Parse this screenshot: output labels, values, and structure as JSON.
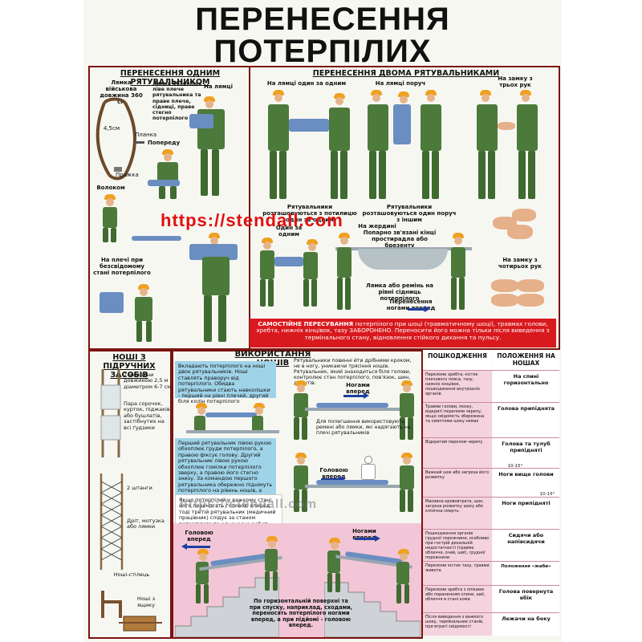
{
  "title": {
    "line1": "ПЕРЕНЕСЕННЯ",
    "line2": "ПОТЕРПІЛИХ"
  },
  "watermark": {
    "main": "https://stendall.com",
    "faint": "https://stendall.com"
  },
  "one_rescuer": {
    "header": "ПЕРЕНЕСЕННЯ ОДНИМ РЯТУВАЛЬНИКОМ",
    "strap": "Лямка військова довжина 360 см",
    "dim_45": "4,5см",
    "plank": "Планка",
    "buckle": "Пряжка",
    "strap_desc": "Лямка обхоплює ліве плече рятувальника та праве плече, сідниці, праве стегно потерпілого",
    "on_strap": "На лямці",
    "front": "Попереду",
    "drag": "Волоком",
    "shoulder": "На плечі при безсвідомому стані потерпілого"
  },
  "two_rescuers": {
    "header": "ПЕРЕНЕСЕННЯ ДВОМА РЯТУВАЛЬНИКАМИ",
    "strap_one_after": "На лямці один за одним",
    "strap_side": "На лямці поруч",
    "lock_three": "На замку з трьох рук",
    "caption_a": "Рятувальники розташовуються з потилицю один за одним",
    "caption_b": "Рятувальники розташовуються один поруч з іншим",
    "one_after": "Один за одним",
    "on_pole": "На жердині",
    "tied": "Попарно зв'язані кінці простирадла або брезенту",
    "strap_level": "Лямка або ремінь на рівні сідниць потерпілого",
    "legs_first": "Перенесення ногами вперед",
    "lock_four": "На замку з чотирьох рук"
  },
  "warning": {
    "bold": "САМОСТІЙНЕ ПЕРЕСУВАННЯ",
    "text": "потерпілого при шоці (травматичному шоці), травмах голови, хребта, нижніх кінцівок, тазу ЗАБОРОНЕНО. Переносити його можна тільки після виведення з термінального стану, відновлення стійкого дихання та пульсу."
  },
  "improvised": {
    "header": "НОШІ З ПІДРУЧНИХ ЗАСОБІВ",
    "poles": "2 жердини довжиною 2,5 м діаметром 6-7 см",
    "jackets": "Пара сорочок, курток, піджаків або бушлатів, застібнутих на всі ґудзики",
    "two_bars": "2 штанги",
    "wire": "Дріт, мотузка або лямки",
    "ladder": "Ноші-стілець",
    "box": "Ноші з ящику"
  },
  "stretcher": {
    "header": "ВИКОРИСТАННЯ НОШІВ",
    "note1": "Вкладають потерпілого на ноші двоє рятувальників. Ноші ставлять праворуч від потерпілого. Обидва рятувальники стають навколішки - перший на рівні плечей, другий біля колін потерпілого",
    "note2": "Перший рятувальник лівою рукою обхоплює груди потерпілого, а правою фіксує голову. Другий рятувальник лівою рукою обхоплює гомілки потерпілого зверху, а правою його стегно знизу. За командою першого рятувальника обережно піднімуть потерпілого на рівень ношів, а потім за другою командою опустять на них.",
    "note3": "Якщо потерпілий у важкому стані, його переносять головою вперед, тоді третій рятувальник (медичний працівник) слідує за станом потерпілого та одночасно робить йому внутрішньовенне вливання лікувальних розчинів.",
    "walk_note": "Рятувальники повинні йти дрібними кроком, не в ногу, уникаючи трясіння ношів. Рятувальник, який знаходиться біля голови, контролює стан потерпілого, пов'язок, шин, джгутів.",
    "legs_forward": "Ногами вперед",
    "belts_note": "Для полегшення використовують ремені або лямки, які надягають на плечі рятувальників",
    "head_forward": "Головою вперед",
    "head_forward2": "Головою вперед",
    "legs_forward2": "Ногами вперед",
    "stairs_note": "По горизонтальній поверхні та при спуску, наприклад, сходами, переносять потерпілого ногами вперед, а при підйомі - головою вперед."
  },
  "table": {
    "col1": "ПОШКОДЖЕННЯ",
    "col2": "ПОЛОЖЕННЯ НА НОШАХ",
    "rows": [
      {
        "injury": "Переломи хребта, кісток плечового пояса, тазу, нижніх кінцівок, пошкодження внутрішніх органів",
        "position": "На спині горизонтально"
      },
      {
        "injury": "Травми голови, мозку, відкриті переломи черепу, якщо свідомість збережена та симптоми шоку немає",
        "position": "Голова припіднята"
      },
      {
        "injury": "Відкритий перелом черепу",
        "position": "Голова та тулуб припідняті"
      },
      {
        "injury": "Важкий шок або загроза його розвитку",
        "position": "Ноги вище голови"
      },
      {
        "injury": "Масивна крововтрата, шок, загроза розвитку шоку або клінічна смерть",
        "position": "Ноги припідняті"
      },
      {
        "injury": "Пошкодження органів грудної порожнини, особливо при гострій дихальній недостатності (травма обличчя, очей, шиї), грудної порожнини",
        "position": "Сидячи або напівсидячи"
      },
      {
        "injury": "Переломи кісток тазу, травми живота",
        "position": "Положення «жаби»"
      },
      {
        "injury": "Переломи хребта з опіками або пораненням спини, шиї, обличчя в стані коми",
        "position": "Голова повернута вбік"
      },
      {
        "injury": "Після виведення з важкого шоку, термінальних станів, при втраті свідомості",
        "position": "Лежачи на боку"
      }
    ],
    "angle1": "10-15°",
    "angle2": "10-15°"
  },
  "colors": {
    "frame": "#7a1410",
    "warning": "#d8191e",
    "pink": "#f2c6d6",
    "note_blue": "#9fd3e8",
    "arrow": "#1d3fa0",
    "uniform": "#4c7a3a",
    "helmet": "#f0a020"
  }
}
